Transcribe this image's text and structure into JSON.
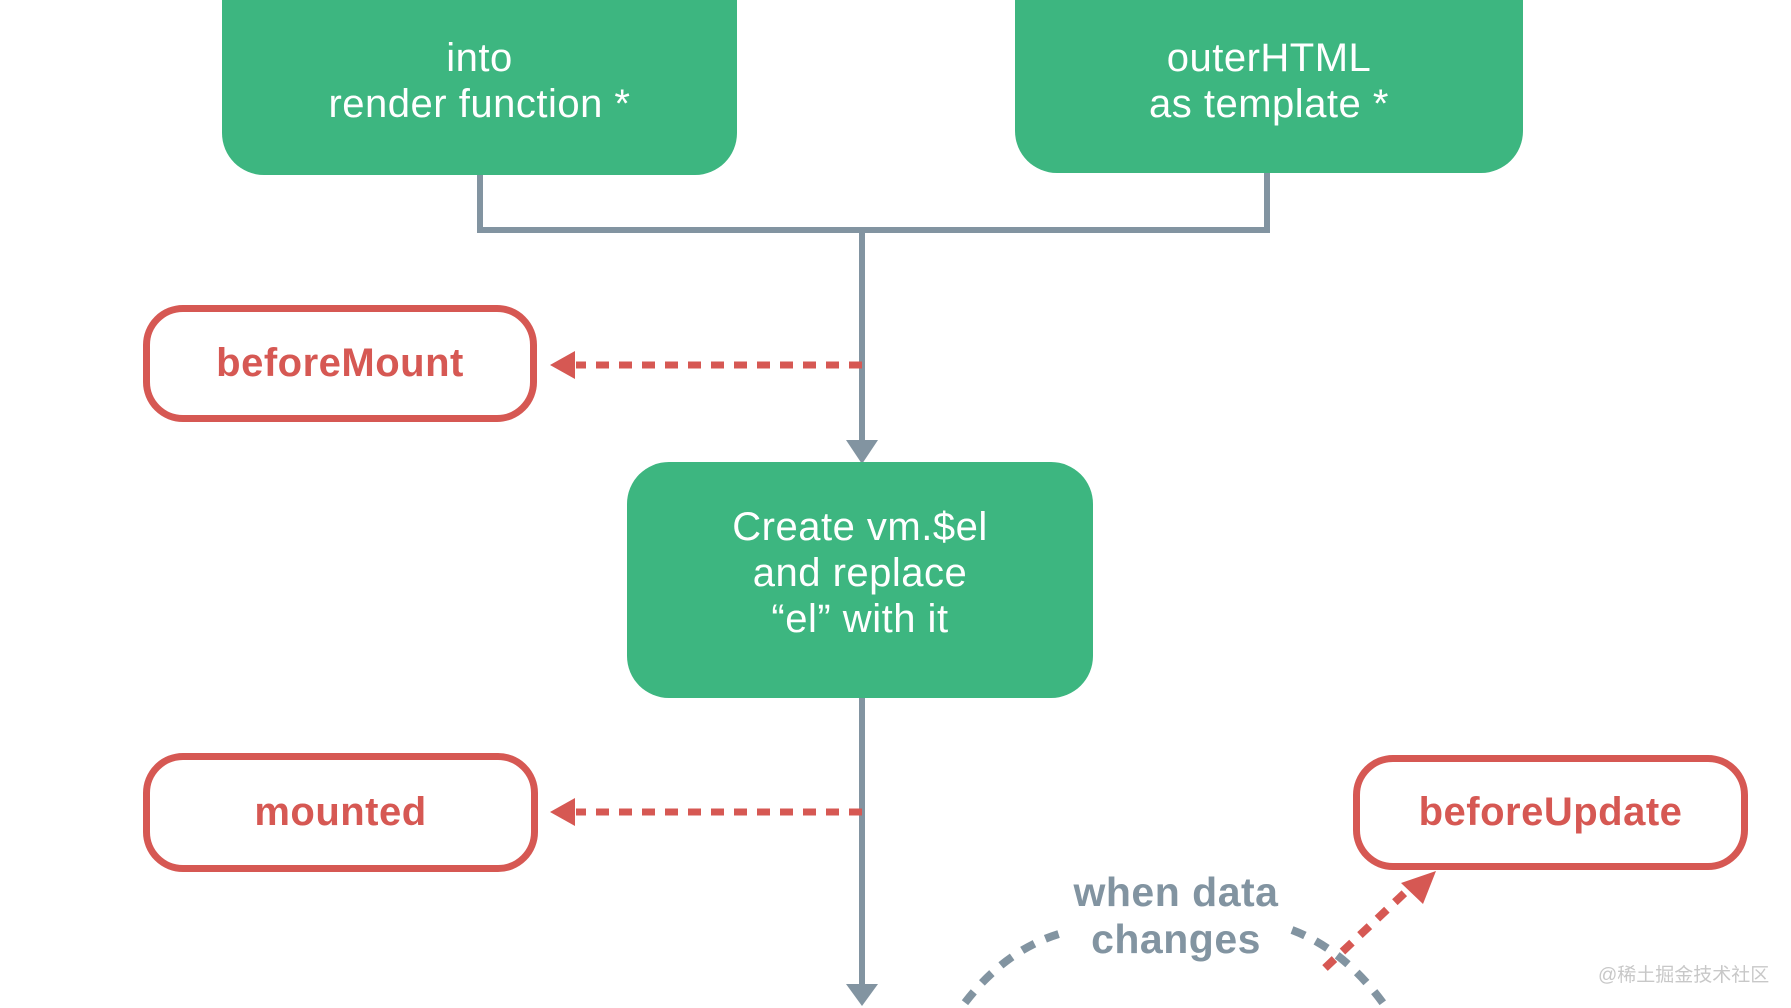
{
  "nodes": {
    "compile_left": {
      "lines": [
        "into",
        "render function *"
      ]
    },
    "compile_right": {
      "lines": [
        "outerHTML",
        "as template *"
      ]
    },
    "create_el": {
      "lines": [
        "Create vm.$el",
        "and replace",
        "“el” with it"
      ]
    },
    "before_mount": {
      "label": "beforeMount"
    },
    "mounted": {
      "label": "mounted"
    },
    "before_update": {
      "label": "beforeUpdate"
    }
  },
  "annotations": {
    "when_data_changes": {
      "lines": [
        "when data",
        "changes"
      ]
    },
    "watermark": "@稀土掘金技术社区"
  },
  "colors": {
    "green": "#3db680",
    "red": "#d65853",
    "slate": "#8294a1",
    "watermark": "#c8c8c8"
  }
}
